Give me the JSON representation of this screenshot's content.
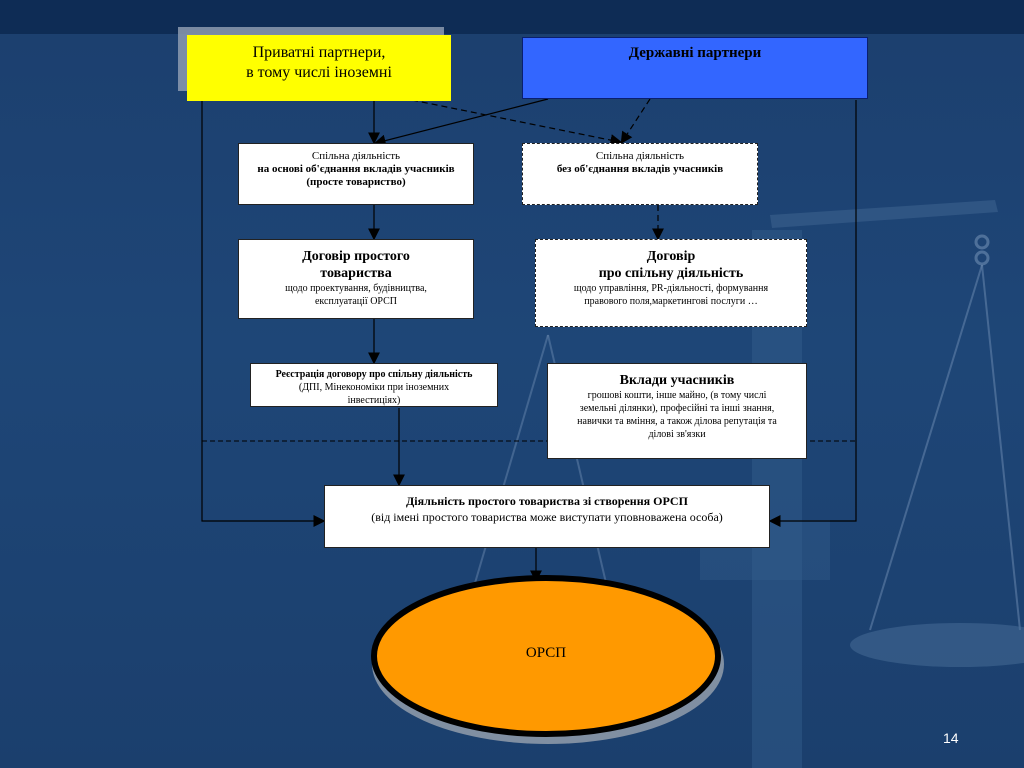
{
  "private_partners": {
    "line1": "Приватні партнери,",
    "line2": "в тому числі іноземні"
  },
  "state_partners": {
    "label": "Державні партнери"
  },
  "joint_with_pooling": {
    "line1": "Спільна діяльність",
    "line2": "на основі об'єднання вкладів учасників",
    "line3": "(просте товариство)"
  },
  "joint_without_pooling": {
    "line1": "Спільна діяльність",
    "line2": "без об'єднання вкладів учасників"
  },
  "simple_partnership_contract": {
    "title_line1": "Договір простого",
    "title_line2": "товариства",
    "desc_line1": "щодо проектування, будівництва,",
    "desc_line2": "експлуатації ОРСП"
  },
  "joint_activity_contract": {
    "title_line1": "Договір",
    "title_line2": "про спільну діяльність",
    "desc_line1": "щодо управління, PR-діяльності,  формування",
    "desc_line2": "правового поля,маркетингові послуги  …"
  },
  "registration": {
    "line1": "Реєстрація договору про спільну діяльність",
    "line2": "(ДПІ, Мінекономіки при іноземних",
    "line3": "інвестиціях)"
  },
  "contributions": {
    "title": "Вклади учасників",
    "line1": "грошові кошти, інше майно, (в тому числі",
    "line2": "земельні ділянки), професійні та інші знання,",
    "line3": "навички та вміння, а також ділова репутація та",
    "line4": "ділові зв'язки"
  },
  "activity": {
    "line1": "Діяльність простого товариства зі створення ОРСП",
    "line2": "(від імені простого товариства може виступати уповноважена особа)"
  },
  "orsp": {
    "label": "ОРСП"
  },
  "page_number": "14",
  "colors": {
    "yellow": "#ffff00",
    "blue": "#3366ff",
    "orange": "#ff9900",
    "background": "#1e4677"
  }
}
